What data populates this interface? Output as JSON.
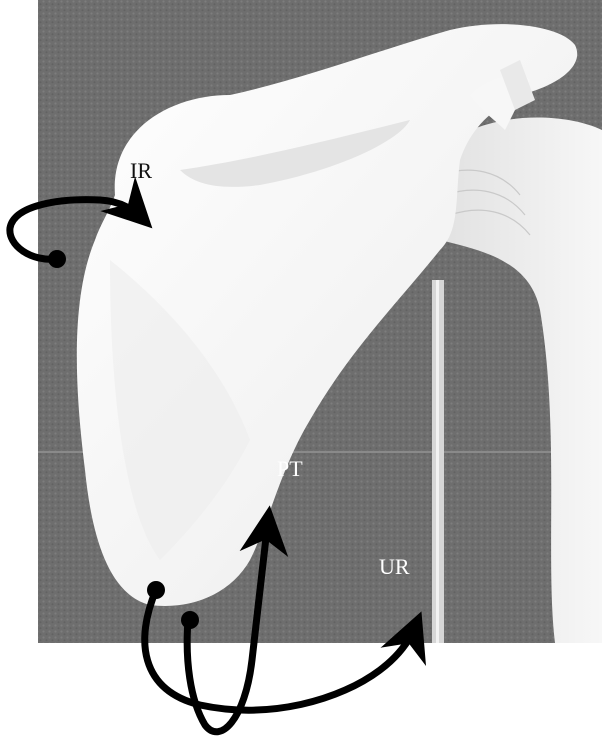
{
  "labels": {
    "ir": "IR",
    "pt": "PT",
    "ur": "UR"
  },
  "colors": {
    "background_photo": "#6f6f6f",
    "bone": "#f4f4f4",
    "arrow": "#000000"
  }
}
